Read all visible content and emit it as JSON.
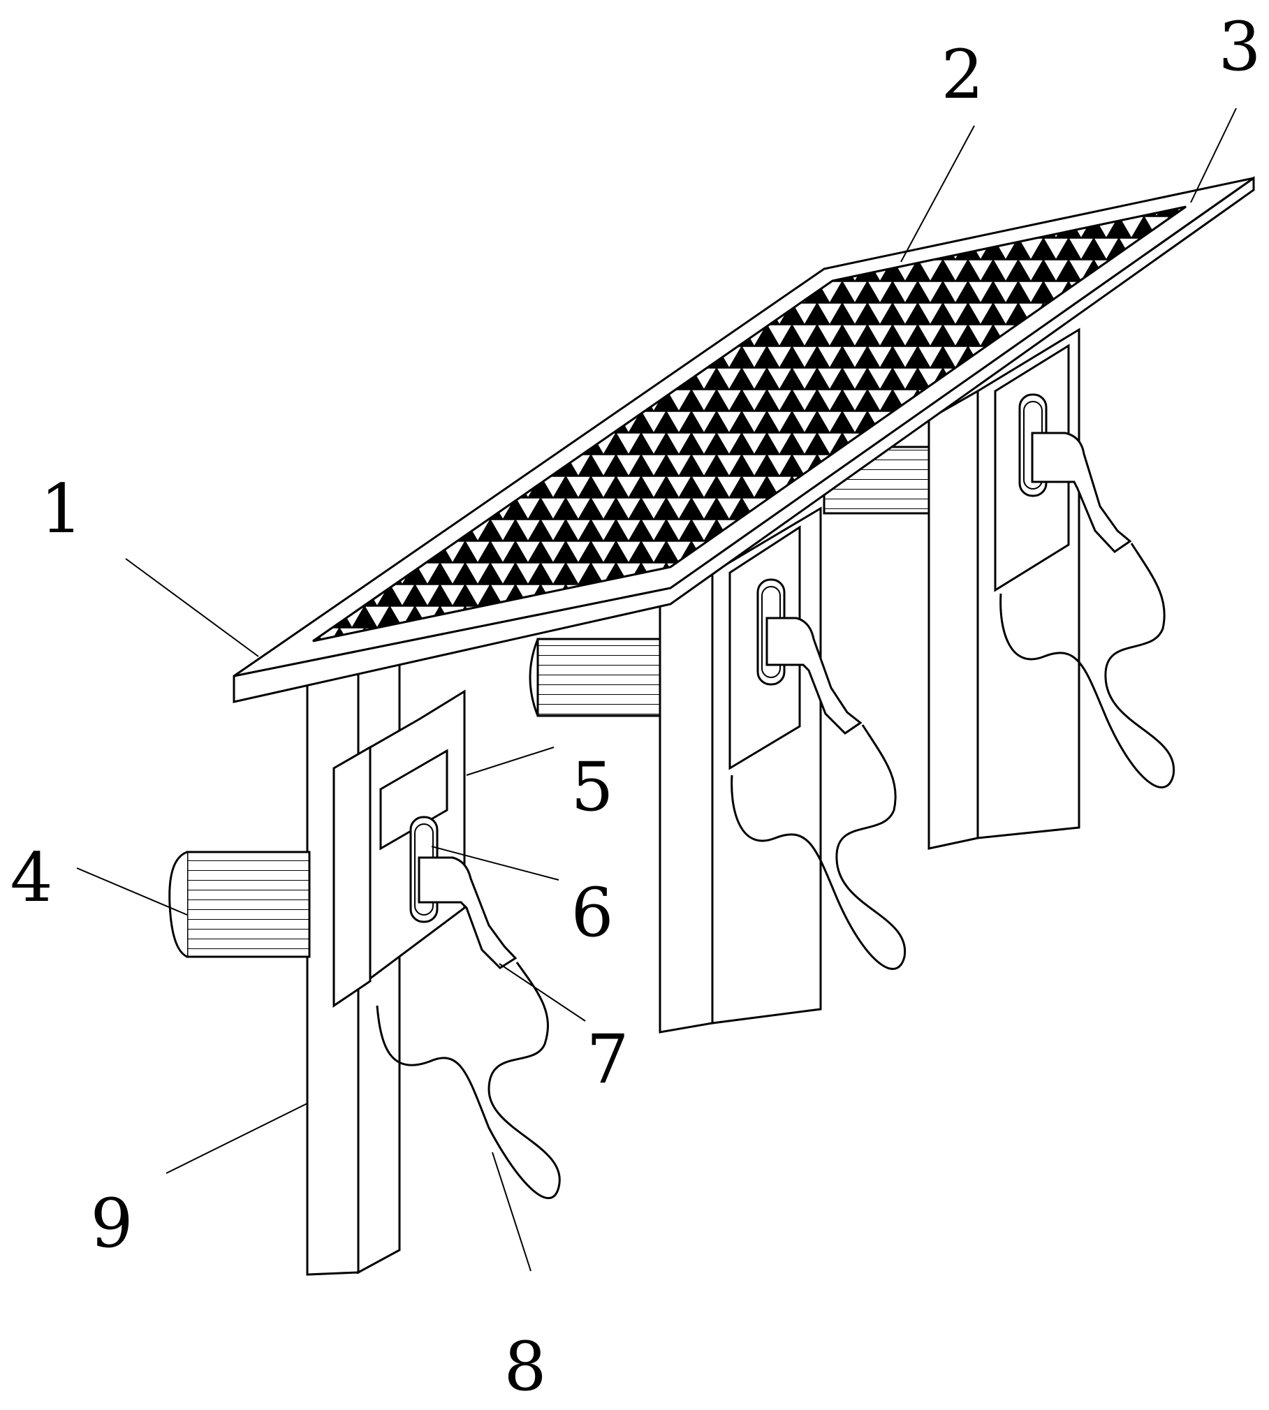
{
  "figure": {
    "labels": [
      {
        "id": "1",
        "text": "1"
      },
      {
        "id": "2",
        "text": "2"
      },
      {
        "id": "3",
        "text": "3"
      },
      {
        "id": "4",
        "text": "4"
      },
      {
        "id": "5",
        "text": "5"
      },
      {
        "id": "6",
        "text": "6"
      },
      {
        "id": "7",
        "text": "7"
      },
      {
        "id": "8",
        "text": "8"
      },
      {
        "id": "9",
        "text": "9"
      }
    ],
    "colors": {
      "line": "#000000",
      "background": "#ffffff"
    }
  }
}
